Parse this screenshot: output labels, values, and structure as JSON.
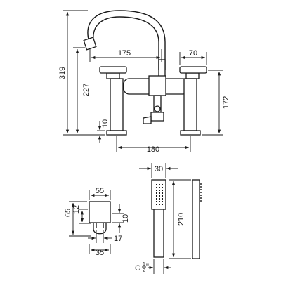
{
  "dimensions": {
    "bath_filler": {
      "overall_height": "319",
      "spout_height": "227",
      "body_height": "172",
      "spout_reach": "175",
      "handle_width": "70",
      "pillar_height": "10",
      "centres": "180"
    },
    "wall_bracket": {
      "width": "55",
      "height": "65",
      "depth": "12",
      "cup_height": "10",
      "outlet": "17",
      "base_width": "35"
    },
    "handset": {
      "head_width": "30",
      "length": "210"
    },
    "thread": {
      "prefix": "G",
      "numerator": "1",
      "denominator": "2",
      "suffix": "\""
    }
  }
}
